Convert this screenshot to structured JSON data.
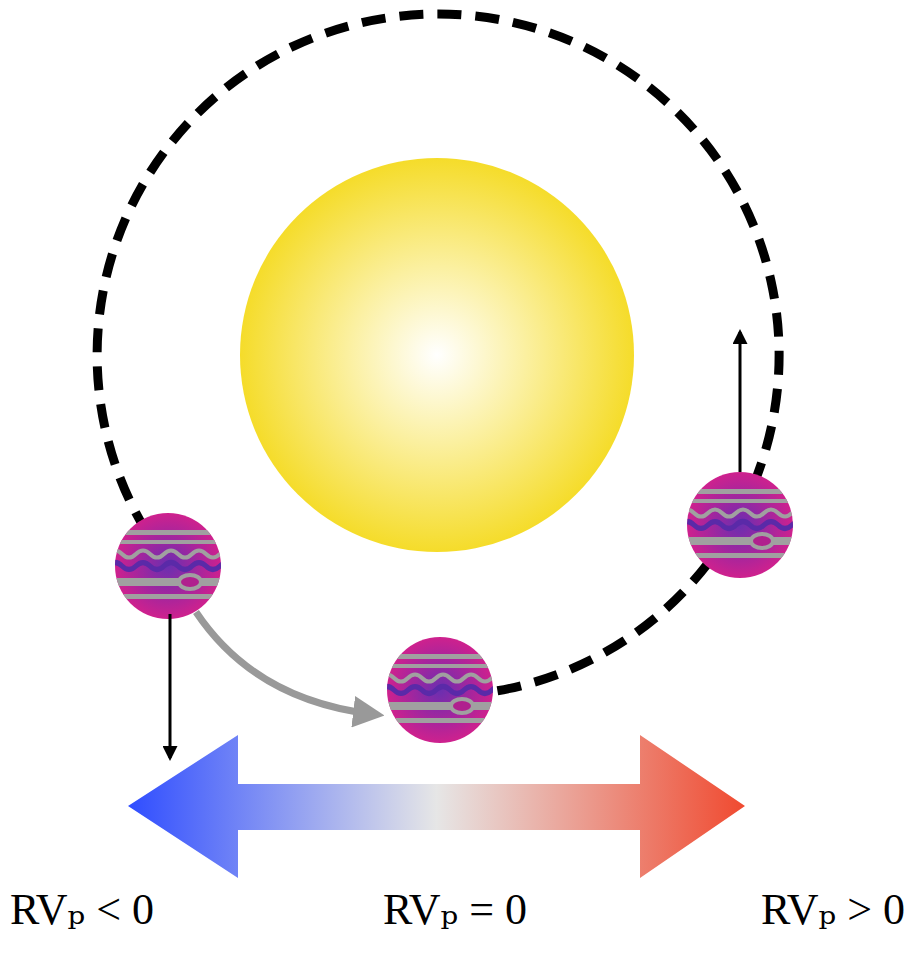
{
  "diagram": {
    "labels": [
      "RVₚ < 0",
      "RVₚ = 0",
      "RVₚ > 0"
    ]
  }
}
